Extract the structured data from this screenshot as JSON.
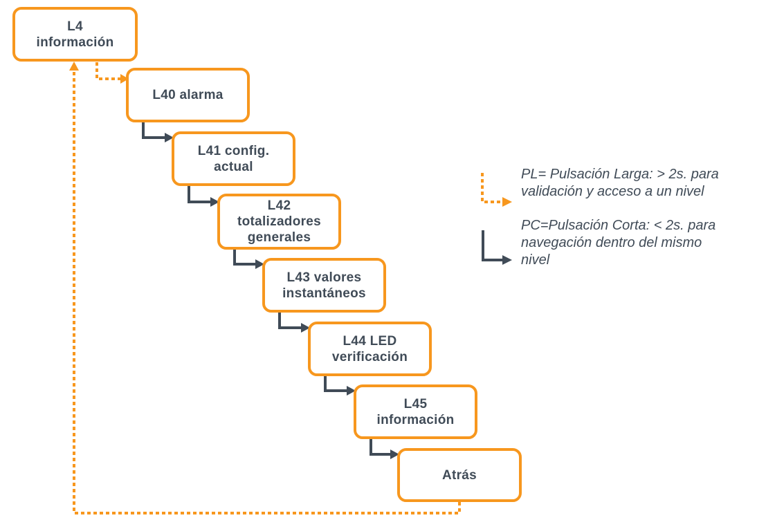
{
  "colors": {
    "box_border": "#F7971E",
    "long_press": "#F7971E",
    "short_press": "#404B57",
    "text": "#404B57"
  },
  "nodes": [
    {
      "id": "L4",
      "label": "L4\ninformación"
    },
    {
      "id": "L40",
      "label": "L40 alarma"
    },
    {
      "id": "L41",
      "label": "L41 config.\nactual"
    },
    {
      "id": "L42",
      "label": "L42\ntotalizadores\ngenerales"
    },
    {
      "id": "L43",
      "label": "L43 valores\ninstantáneos"
    },
    {
      "id": "L44",
      "label": "L44 LED\nverificación"
    },
    {
      "id": "L45",
      "label": "L45\ninformación"
    },
    {
      "id": "back",
      "label": "Atrás"
    }
  ],
  "edges": [
    {
      "from": "L4",
      "to": "L40",
      "type": "long_press"
    },
    {
      "from": "L40",
      "to": "L41",
      "type": "short_press"
    },
    {
      "from": "L41",
      "to": "L42",
      "type": "short_press"
    },
    {
      "from": "L42",
      "to": "L43",
      "type": "short_press"
    },
    {
      "from": "L43",
      "to": "L44",
      "type": "short_press"
    },
    {
      "from": "L44",
      "to": "L45",
      "type": "short_press"
    },
    {
      "from": "L45",
      "to": "back",
      "type": "short_press"
    },
    {
      "from": "back",
      "to": "L4",
      "type": "long_press"
    }
  ],
  "legend": {
    "long_press": "PL= Pulsación Larga: > 2s. para\nvalidación y acceso a un nivel",
    "short_press": "PC=Pulsación Corta: < 2s. para\nnavegación dentro del mismo\nnivel"
  }
}
